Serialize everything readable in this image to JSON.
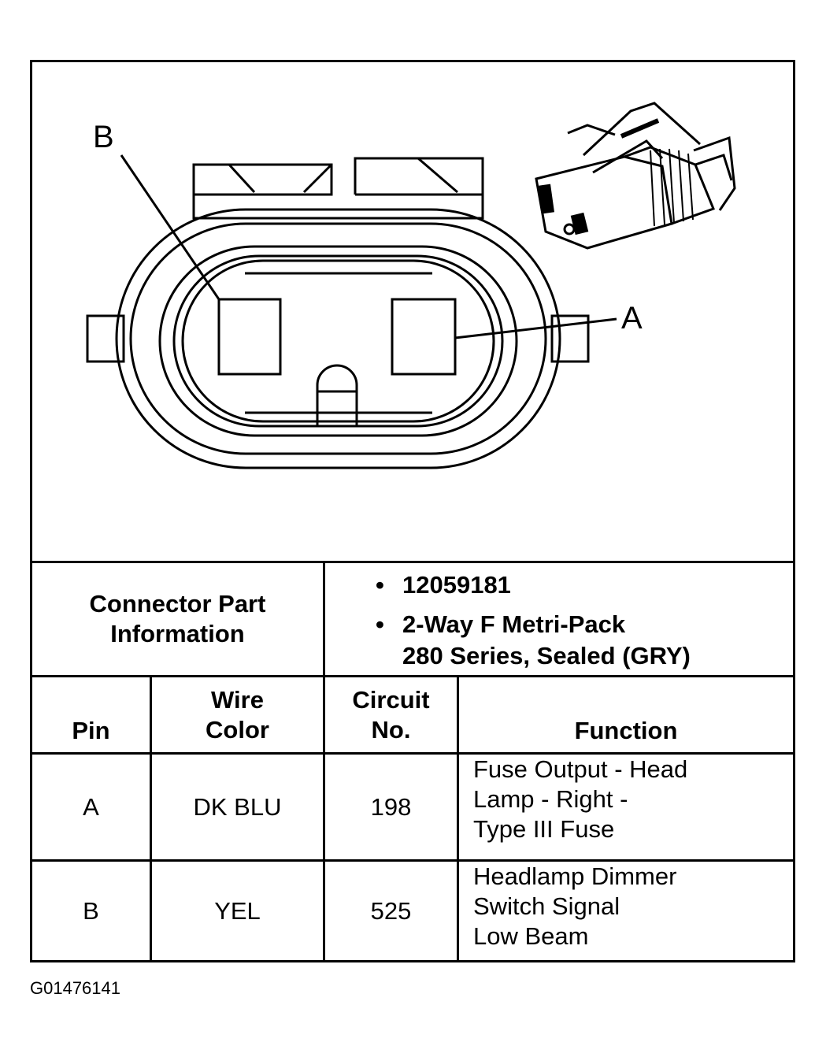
{
  "diagram": {
    "pin_labels": {
      "b": "B",
      "a": "A"
    }
  },
  "connector_info": {
    "label_line1": "Connector Part",
    "label_line2": "Information",
    "items": [
      {
        "line1": "12059181",
        "line2": ""
      },
      {
        "line1": "2-Way F Metri-Pack",
        "line2": "280 Series, Sealed (GRY)"
      }
    ]
  },
  "table": {
    "headers": {
      "pin": "Pin",
      "wire_color_line1": "Wire",
      "wire_color_line2": "Color",
      "circuit_line1": "Circuit",
      "circuit_line2": "No.",
      "function": "Function"
    },
    "rows": [
      {
        "pin": "A",
        "wire_color": "DK BLU",
        "circuit": "198",
        "function_lines": [
          "Fuse Output - Head",
          "Lamp - Right -",
          "Type III Fuse"
        ]
      },
      {
        "pin": "B",
        "wire_color": "YEL",
        "circuit": "525",
        "function_lines": [
          "Headlamp Dimmer",
          "Switch Signal",
          "Low Beam"
        ]
      }
    ]
  },
  "figure_id": "G01476141"
}
